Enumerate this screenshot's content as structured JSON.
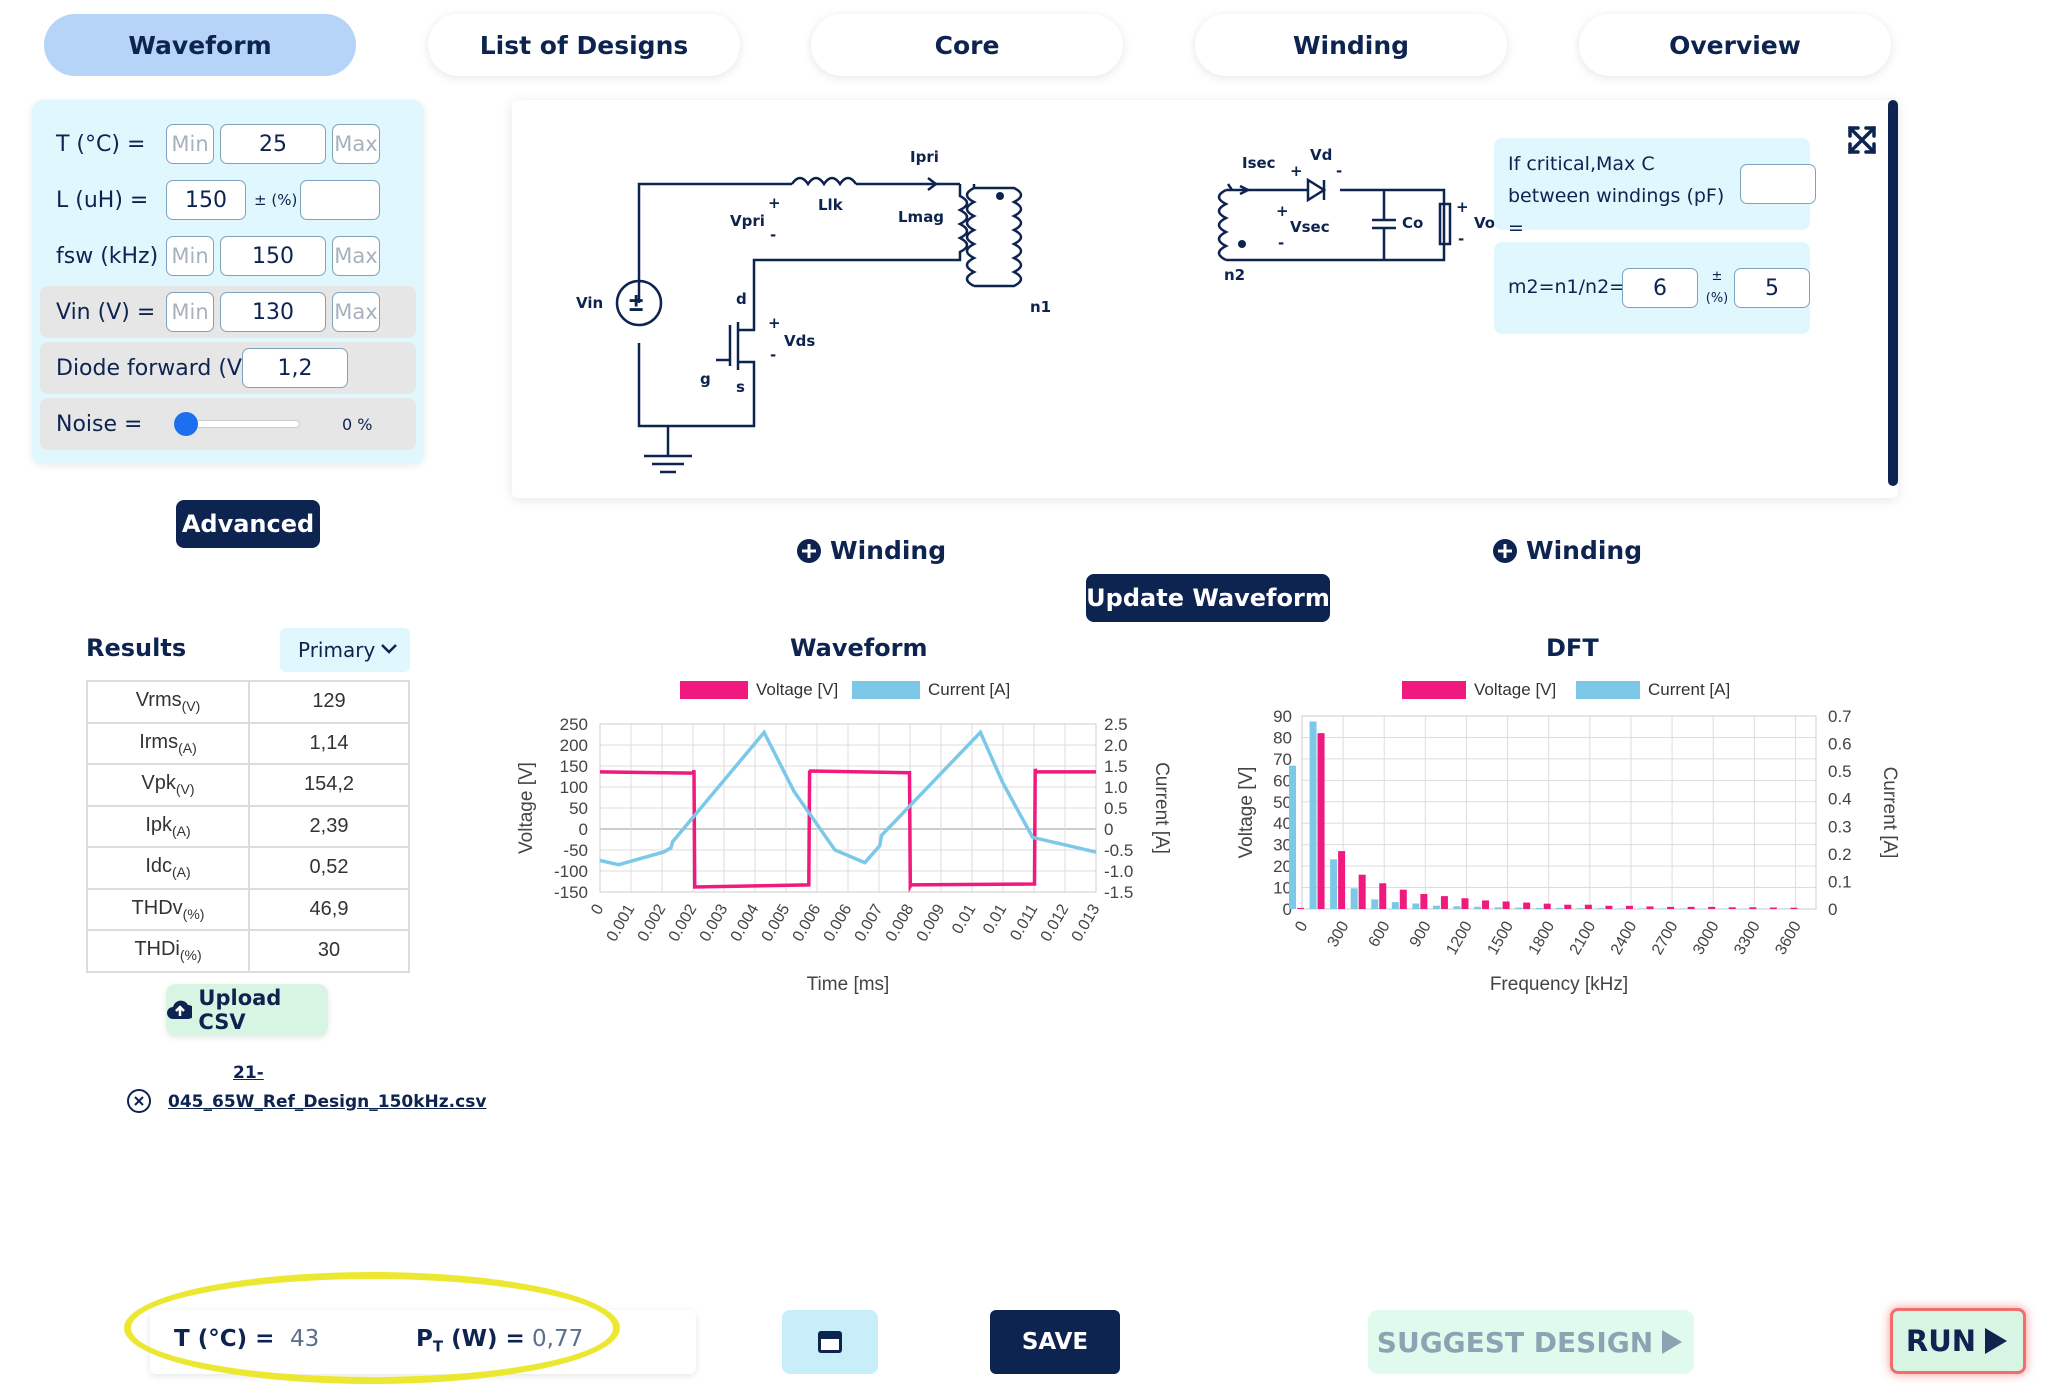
{
  "tabs": [
    {
      "label": "Waveform",
      "active": true
    },
    {
      "label": "List of Designs",
      "active": false
    },
    {
      "label": "Core",
      "active": false
    },
    {
      "label": "Winding",
      "active": false
    },
    {
      "label": "Overview",
      "active": false
    }
  ],
  "params": {
    "temp": {
      "label": "T (°C) =",
      "min": "Min",
      "value": "25",
      "max": "Max"
    },
    "inductance": {
      "label": "L (uH) =",
      "value": "150",
      "tol_label": "± (%)",
      "tol_value": ""
    },
    "fsw": {
      "label": "fsw (kHz) =",
      "min": "Min",
      "value": "150",
      "max": "Max"
    },
    "vin": {
      "label": "Vin (V) =",
      "min": "Min",
      "value": "130",
      "max": "Max"
    },
    "diode": {
      "label": "Diode forward (V) =",
      "value": "1,2"
    },
    "noise": {
      "label": "Noise =",
      "value": "0 %",
      "level": 0
    }
  },
  "advanced_label": "Advanced",
  "schematic": {
    "primary_labels": {
      "vin": "Vin",
      "ipri": "Ipri",
      "vpri": "Vpri",
      "llk": "Llk",
      "lmag": "Lmag",
      "n1": "n1",
      "d": "d",
      "g": "g",
      "s": "s",
      "vds": "Vds",
      "plus": "+",
      "minus": "-"
    },
    "secondary_labels": {
      "isec": "Isec",
      "vd": "Vd",
      "vsec": "Vsec",
      "co": "Co",
      "vo": "Vo",
      "n2": "n2"
    },
    "critical_label": "If critical,Max C between windings (pF) =",
    "critical_value": "",
    "ratio_label": "m2=n1/n2=",
    "ratio_value": "6",
    "ratio_tol_label": "± (%)",
    "ratio_tol_value": "5"
  },
  "add_winding_left": "Winding",
  "add_winding_right": "Winding",
  "update_waveform_label": "Update Waveform",
  "results": {
    "title": "Results",
    "selector": "Primary",
    "rows": [
      {
        "name": "Vrms",
        "unit": "(V)",
        "value": "129"
      },
      {
        "name": "Irms",
        "unit": "(A)",
        "value": "1,14"
      },
      {
        "name": "Vpk",
        "unit": "(V)",
        "value": "154,2"
      },
      {
        "name": "Ipk",
        "unit": "(A)",
        "value": "2,39"
      },
      {
        "name": "Idc",
        "unit": "(A)",
        "value": "0,52"
      },
      {
        "name": "THDv",
        "unit": "(%)",
        "value": "46,9"
      },
      {
        "name": "THDi",
        "unit": "(%)",
        "value": "30"
      }
    ]
  },
  "upload_label": "Upload CSV",
  "file": {
    "line1": "21-",
    "line2": "045_65W_Ref_Design_150kHz.csv"
  },
  "bottom": {
    "t_label": "T (°C) =",
    "t_value": "43",
    "p_label_main": "P",
    "p_label_sub": "T",
    "p_label_rest": " (W) =",
    "p_value": "0,77",
    "save_label": "SAVE",
    "suggest_label": "SUGGEST DESIGN",
    "run_label": "RUN"
  },
  "colors": {
    "voltage": "#f0197d",
    "current": "#7cc8e8",
    "navy": "#0d2350",
    "highlight": "#ece831"
  },
  "chart_data": [
    {
      "type": "line",
      "title": "Waveform",
      "xlabel": "Time [ms]",
      "ylabel": "Voltage [V]",
      "y2label": "Current [A]",
      "x_ticks": [
        "0",
        "0.001",
        "0.002",
        "0.002",
        "0.003",
        "0.004",
        "0.005",
        "0.006",
        "0.006",
        "0.007",
        "0.008",
        "0.009",
        "0.01",
        "0.01",
        "0.011",
        "0.012",
        "0.013"
      ],
      "ylim": [
        -150,
        250
      ],
      "y_ticks": [
        250,
        200,
        150,
        100,
        50,
        0,
        -50,
        -100,
        -150
      ],
      "y2lim": [
        -1.5,
        2.5
      ],
      "y2_ticks": [
        "2.5",
        "2.0",
        "1.5",
        "1.0",
        "0.5",
        "0",
        "-0.5",
        "-1.0",
        "-1.5"
      ],
      "grid": true,
      "legend": "top",
      "series": [
        {
          "name": "Voltage [V]",
          "axis": "left",
          "x": [
            0,
            0.0025,
            0.00252,
            0.00254,
            0.0056,
            0.00562,
            0.00564,
            0.0083,
            0.00832,
            0.00834,
            0.01165,
            0.01167,
            0.01169,
            0.0133
          ],
          "values": [
            136,
            133,
            140,
            -138,
            -133,
            136,
            138,
            134,
            -136,
            -133,
            -131,
            143,
            136,
            136
          ]
        },
        {
          "name": "Current [A]",
          "axis": "right",
          "x": [
            0,
            0.0005,
            0.0017,
            0.0019,
            0.00195,
            0.0044,
            0.0052,
            0.0063,
            0.0071,
            0.0075,
            0.00755,
            0.0102,
            0.0108,
            0.0116,
            0.0133
          ],
          "values": [
            -0.75,
            -0.85,
            -0.55,
            -0.45,
            -0.3,
            2.3,
            0.9,
            -0.5,
            -0.8,
            -0.4,
            -0.15,
            2.3,
            1.1,
            -0.2,
            -0.55
          ]
        }
      ]
    },
    {
      "type": "bar",
      "title": "DFT",
      "xlabel": "Frequency [kHz]",
      "ylabel": "Voltage [V]",
      "y2label": "Current [A]",
      "x_ticks": [
        "0",
        "300",
        "600",
        "900",
        "1200",
        "1500",
        "1800",
        "2100",
        "2400",
        "2700",
        "3000",
        "3300",
        "3600"
      ],
      "categories": [
        0,
        150,
        300,
        450,
        600,
        750,
        900,
        1050,
        1200,
        1350,
        1500,
        1650,
        1800,
        1950,
        2100,
        2250,
        2400,
        2550,
        2700,
        2850,
        3000,
        3150,
        3300,
        3450,
        3600
      ],
      "ylim": [
        0,
        90
      ],
      "y_ticks": [
        90,
        80,
        70,
        60,
        50,
        40,
        30,
        20,
        10,
        0
      ],
      "y2lim": [
        0,
        0.7
      ],
      "y2_ticks": [
        "0.7",
        "0.6",
        "0.5",
        "0.4",
        "0.3",
        "0.2",
        "0.1",
        "0"
      ],
      "grid": true,
      "legend": "top",
      "series": [
        {
          "name": "Voltage [V]",
          "axis": "left",
          "values": [
            0.5,
            82,
            27,
            16,
            12,
            9,
            7,
            6,
            5,
            4,
            3.5,
            3,
            2.5,
            2,
            2,
            1.5,
            1.5,
            1.2,
            1,
            1,
            1,
            0.8,
            0.8,
            0.7,
            0.6
          ]
        },
        {
          "name": "Current [A]",
          "axis": "right",
          "values": [
            0.52,
            0.68,
            0.18,
            0.075,
            0.035,
            0.025,
            0.02,
            0.012,
            0.01,
            0.008,
            0.006,
            0.005,
            0.004,
            0.004,
            0.003,
            0.003,
            0.002,
            0.002,
            0.002,
            0.002,
            0.001,
            0.001,
            0.001,
            0.001,
            0.001
          ]
        }
      ]
    }
  ]
}
